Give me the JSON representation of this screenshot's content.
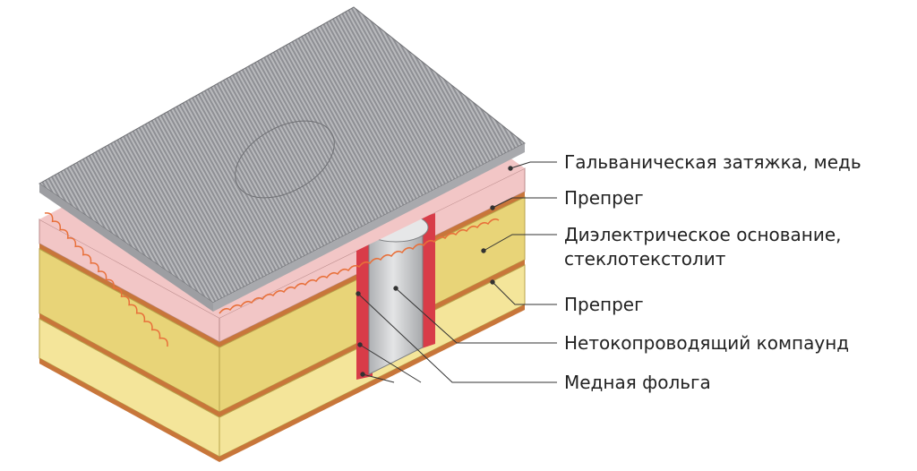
{
  "labels": {
    "plating": "Гальваническая затяжка, медь",
    "prepreg_top": "Препрег",
    "dielectric_line1": "Диэлектрическое основание,",
    "dielectric_line2": "стеклотекстолит",
    "prepreg_bottom": "Препрег",
    "compound": "Нетокопроводящий компаунд",
    "copper_foil": "Медная фольга"
  },
  "colors": {
    "prepreg": "#f2c6c6",
    "dielectric": "#e8d478",
    "copper": "#c8763a",
    "plating_red": "#d83c48",
    "surface_copper": "#8e8f94",
    "compound": "#c9cacc",
    "leader": "#333333",
    "fiber": "#e8703a"
  }
}
